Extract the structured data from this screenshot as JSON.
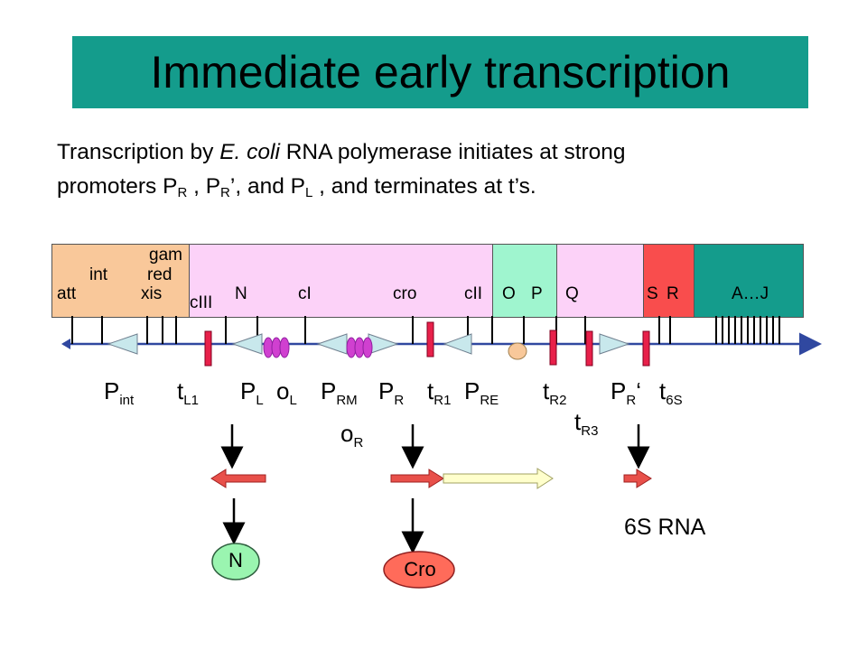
{
  "title": "Immediate early transcription",
  "intro": {
    "line1_a": "Transcription by ",
    "line1_ecoli": "E. coli",
    "line1_b": " RNA polymerase  initiates at strong",
    "line2_a": "promoters P",
    "line2_r": "R",
    "line2_b": " , P",
    "line2_r2": "R",
    "line2_c": "’, and P",
    "line2_l": "L",
    "line2_d": " , and terminates at t’s."
  },
  "colors": {
    "title_bg": "#149c8c",
    "seg_att_region": "#f9c89a",
    "seg_main": "#fcd2f8",
    "seg_OP": "#9ff5cf",
    "seg_SR": "#f94d4d",
    "seg_AJ": "#149c8c",
    "terminator": "#e8204a",
    "operator": "#d040d0",
    "promoter": "#c8e8ec",
    "transcript": "#e8504a",
    "late_transcript": "#ffffcc",
    "N_protein": "#9af5b0",
    "Cro_protein": "#ff6b5a",
    "PRE_oval": "#f8c89a",
    "dna_line": "#3048a0"
  },
  "gene_labels": {
    "gam": "gam",
    "red": "red",
    "int": "int",
    "att": "att",
    "xis": "xis",
    "cIII": "cIII",
    "N": "N",
    "cI": "cI",
    "cro": "cro",
    "cII": "cII",
    "O": "O",
    "P": "P",
    "Q": "Q",
    "S": "S",
    "R": "R",
    "AJ": "A…J"
  },
  "sites": {
    "P_int": {
      "base": "P",
      "sub": "int"
    },
    "t_L1": {
      "base": "t",
      "sub": "L1"
    },
    "P_L": {
      "base": "P",
      "sub": "L"
    },
    "o_L": {
      "base": "o",
      "sub": "L"
    },
    "P_RM": {
      "base": "P",
      "sub": "RM"
    },
    "P_R": {
      "base": "P",
      "sub": "R"
    },
    "t_R1": {
      "base": "t",
      "sub": "R1"
    },
    "P_RE": {
      "base": "P",
      "sub": "RE"
    },
    "t_R2": {
      "base": "t",
      "sub": "R2"
    },
    "P_R2": {
      "base": "P",
      "sub": "R",
      "suffix": "‘"
    },
    "t_6S": {
      "base": "t",
      "sub": "6S"
    },
    "t_R3": {
      "base": "t",
      "sub": "R3"
    },
    "o_R": {
      "base": "o",
      "sub": "R"
    }
  },
  "products": {
    "rna_6s": "6S RNA",
    "N": "N",
    "Cro": "Cro"
  }
}
